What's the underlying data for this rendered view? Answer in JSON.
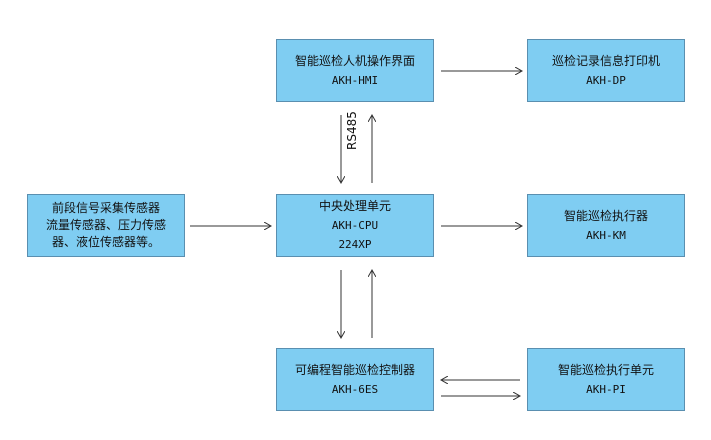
{
  "boxes": {
    "hmi": {
      "line1": "智能巡检人机操作界面",
      "line2": "AKH-HMI"
    },
    "printer": {
      "line1": "巡检记录信息打印机",
      "line2": "AKH-DP"
    },
    "sensor": {
      "line1": "前段信号采集传感器",
      "line2": "流量传感器、压力传感",
      "line3": "器、液位传感器等。"
    },
    "cpu": {
      "line1": "中央处理单元",
      "line2": "AKH-CPU",
      "line3": "224XP"
    },
    "km": {
      "line1": "智能巡检执行器",
      "line2": "AKH-KM"
    },
    "plc": {
      "line1": "可编程智能巡检控制器",
      "line2": "AKH-6ES"
    },
    "pi": {
      "line1": "智能巡检执行单元",
      "line2": "AKH-PI"
    }
  },
  "connections": {
    "rs485_label": "RS485"
  }
}
